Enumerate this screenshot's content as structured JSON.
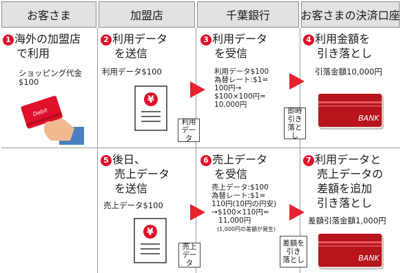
{
  "columns": [
    "お客さま",
    "加盟店",
    "千葉銀行",
    "お客さまの決済口座"
  ],
  "row1": {
    "c1": {
      "num": "1",
      "line1": "海外の加盟店",
      "line2": "で利用",
      "note1": "ショッピング代金",
      "note2": "$100",
      "card_label": "Debit"
    },
    "c2": {
      "num": "2",
      "line1": "利用データ",
      "line2": "を送信",
      "note": "利用データ$100",
      "doc_symbol": "¥"
    },
    "c3": {
      "num": "3",
      "line1": "利用データ",
      "line2": "を受信",
      "detail": [
        "利用データ$100",
        "為替レート:$1=",
        "100円→",
        "$100×100円=",
        "10,000円"
      ],
      "box": [
        "利用",
        "データ"
      ]
    },
    "c4": {
      "num": "4",
      "line1": "利用金額を",
      "line2": "引き落とし",
      "note": "引落金額10,000円",
      "bank_label": "BANK",
      "box": [
        "即時",
        "引き",
        "落とし"
      ]
    }
  },
  "row2": {
    "c2": {
      "num": "5",
      "line1": "後日、",
      "line2": "売上データ",
      "line3": "を送信",
      "note": "売上データ$100",
      "doc_symbol": "¥"
    },
    "c3": {
      "num": "6",
      "line1": "売上データ",
      "line2": "を受信",
      "detail": [
        "売上データ:$100",
        "為替レート:$1=",
        "110円(10円の円安)",
        "→$100×110円=",
        "11,000円"
      ],
      "detail_note": "(1,000円の差額が発生)",
      "box": [
        "売上",
        "データ"
      ]
    },
    "c4": {
      "num": "7",
      "line1": "利用データと",
      "line2": "売上データの",
      "line3": "差額を追加",
      "line4": "引き落とし",
      "note": "差額引落金額1,000円",
      "bank_label": "BANK",
      "box": [
        "差額を",
        "引き",
        "落とし"
      ]
    }
  },
  "colors": {
    "accent_red": "#e0102a",
    "arrow_red": "#e8232f",
    "header_bg": "#e2e2e2",
    "bank_red": "#b8141c"
  }
}
